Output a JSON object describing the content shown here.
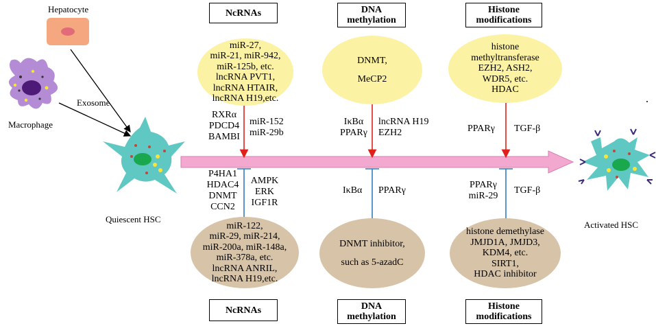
{
  "cells": {
    "hepatocyte": "Hepatocyte",
    "macrophage": "Macrophage",
    "exosome": "Exosome",
    "quiescent": "Quiescent HSC",
    "activated": "Activated HSC"
  },
  "top_headers": [
    "NcRNAs",
    "DNA\nmethylation",
    "Histone\nmodifications"
  ],
  "bottom_headers": [
    "NcRNAs",
    "DNA\nmethylation",
    "Histone\nmodifications"
  ],
  "top_ellipses": [
    [
      "miR-27,",
      "miR-21, miR-942,",
      "miR-125b, etc.",
      "lncRNA PVT1,",
      "lncRNA HTAIR,",
      "lncRNA H19,etc."
    ],
    [
      "DNMT,",
      "",
      "MeCP2"
    ],
    [
      "histone",
      "methyltransferase",
      "EZH2, ASH2,",
      "WDR5, etc.",
      "HDAC"
    ]
  ],
  "bottom_ellipses": [
    [
      "miR-122,",
      "miR-29, miR-214,",
      "miR-200a, miR-148a,",
      "miR-378a, etc.",
      "lncRNA ANRIL,",
      "lncRNA H19,etc."
    ],
    [
      "DNMT inhibitor,",
      "",
      "such as 5-azadC"
    ],
    [
      "histone demethylase",
      "JMJD1A, JMJD3,",
      "KDM4, etc.",
      "SIRT1,",
      "HDAC inhibitor"
    ]
  ],
  "top_targets": {
    "ncrna_left": [
      "RXRα",
      "PDCD4",
      "BAMBI"
    ],
    "ncrna_right": [
      "miR-152",
      "miR-29b"
    ],
    "dna_left": [
      "IκBα",
      "PPARγ"
    ],
    "dna_right": [
      "lncRNA H19",
      "EZH2"
    ],
    "histone_left": [
      "PPARγ"
    ],
    "histone_right": [
      "TGF-β"
    ]
  },
  "bottom_targets": {
    "ncrna_left": [
      "P4HA1",
      "HDAC4",
      "DNMT",
      "CCN2"
    ],
    "ncrna_right": [
      "AMPK",
      "ERK",
      "IGF1R"
    ],
    "dna_left": [
      "IκBα"
    ],
    "dna_right": [
      "PPARγ"
    ],
    "histone_left": [
      "PPARγ",
      "miR-29"
    ],
    "histone_right": [
      "TGF-β"
    ]
  },
  "colors": {
    "activation_arrow": "#e0201b",
    "inhibition_line": "#2f7bbf",
    "main_arrow": "#f3a8cf",
    "hsc_cell": "#5fc8c3",
    "nucleus": "#1aa84f",
    "hepatocyte": "#f5a77f",
    "macrophage": "#b48cd6"
  }
}
